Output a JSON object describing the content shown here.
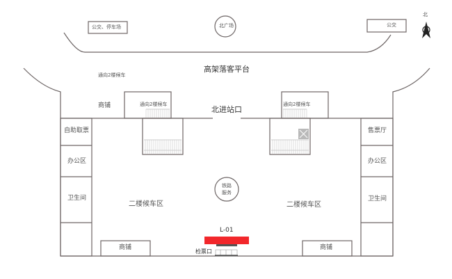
{
  "map": {
    "compass": {
      "label": "北",
      "icon": "north-arrow-icon"
    },
    "outside": {
      "bus_parking": "公交、停车场",
      "north_square": "北广场",
      "bus": "公交",
      "elevated_platform": "高架落客平台",
      "to_2f_waiting_outside": "通向2楼候车"
    },
    "entrance": "北进站口",
    "left_wing": {
      "shop_top": "商铺",
      "stair_label": "通向2楼候车",
      "rooms": [
        "自助取票",
        "办公区",
        "卫生间",
        ""
      ],
      "waiting_area": "二楼候车区",
      "shop_bottom": "商铺"
    },
    "right_wing": {
      "stair_label": "通向2楼候车",
      "rooms": [
        "售票厅",
        "办公区",
        "卫生间",
        ""
      ],
      "waiting_area": "二楼候车区",
      "shop_bottom": "商铺"
    },
    "center": {
      "service": [
        "铁路",
        "服务"
      ],
      "ad_spot": {
        "label": "L-01",
        "color": "#f2272b"
      },
      "ticket_gate": "检票口"
    },
    "colors": {
      "line": "#6d6565",
      "text": "#555555",
      "highlight": "#f2272b",
      "blocked": "#b9b9b9"
    }
  }
}
